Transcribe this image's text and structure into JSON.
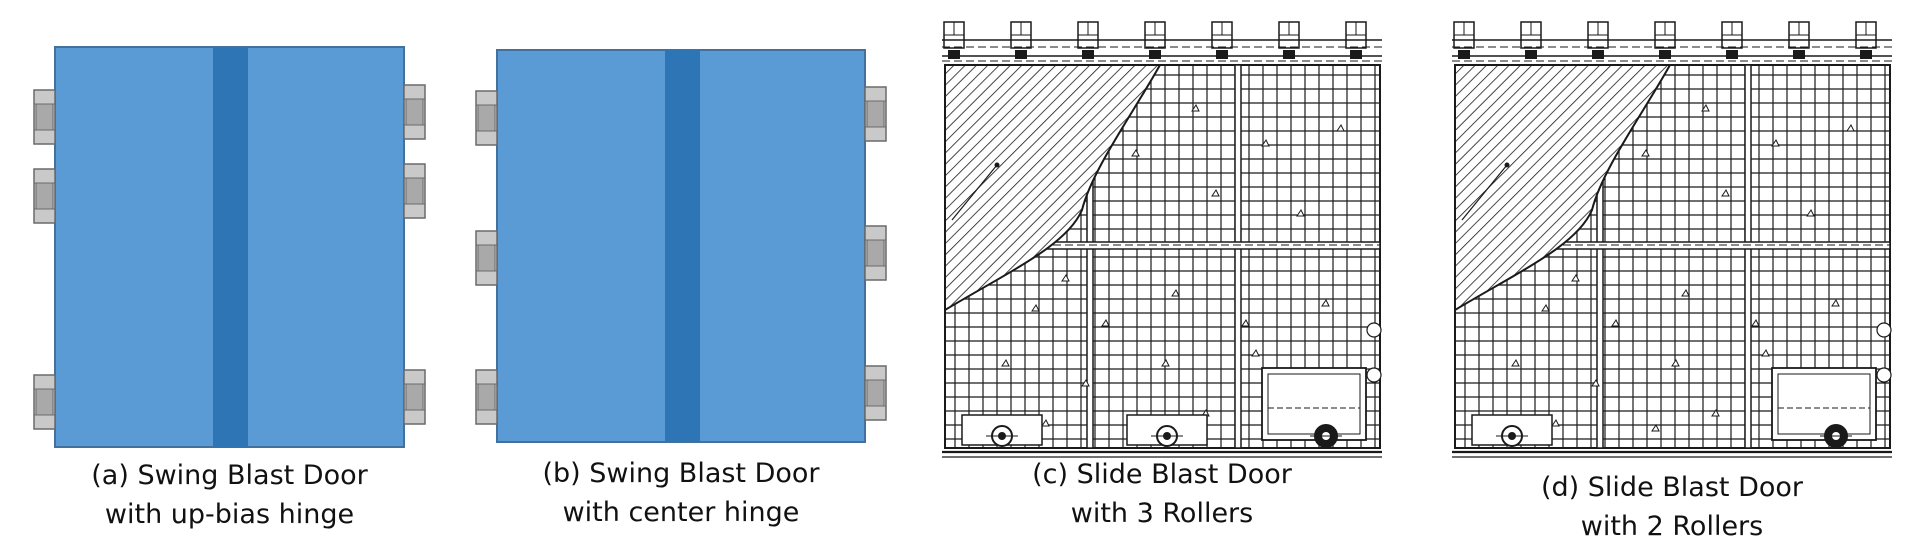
{
  "panels": [
    {
      "id": "a",
      "kind": "swing",
      "caption_line1": "(a) Swing Blast Door",
      "caption_line2": "with up-bias hinge"
    },
    {
      "id": "b",
      "kind": "swing",
      "caption_line1": "(b) Swing Blast Door",
      "caption_line2": "with center hinge"
    },
    {
      "id": "c",
      "kind": "slide",
      "rollers": 3,
      "caption_line1": "(c) Slide Blast Door",
      "caption_line2": "with 3 Rollers"
    },
    {
      "id": "d",
      "kind": "slide",
      "rollers": 2,
      "caption_line1": "(d) Slide Blast Door",
      "caption_line2": "with 2 Rollers"
    }
  ],
  "colors": {
    "door_fill": "#5b9bd5",
    "door_border": "#41719c",
    "center_strip": "#2e75b6",
    "hinge_fill": "#c9c9c9",
    "hinge_border": "#6a6a6a",
    "line_dark": "#1a1a1a"
  }
}
